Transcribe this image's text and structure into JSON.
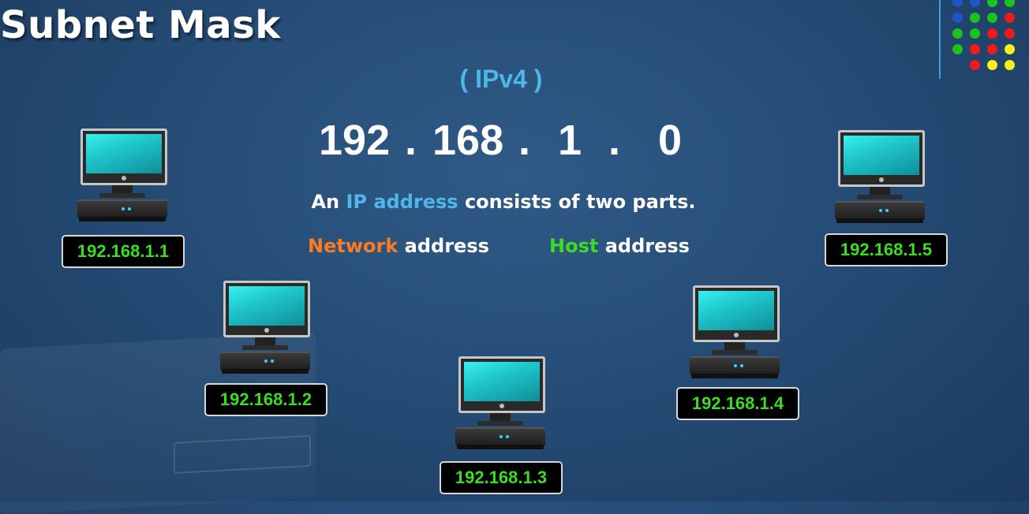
{
  "title": "Subnet Mask",
  "subtitle": "( IPv4 )",
  "ip_octets": [
    "192",
    "168",
    "1",
    "0"
  ],
  "ip_separator": ".",
  "sentence": {
    "part1": "An ",
    "highlight": "IP address",
    "part2": " consists of two parts."
  },
  "network_part": {
    "highlight": "Network",
    "rest": " address"
  },
  "host_part": {
    "highlight": "Host",
    "rest": " address"
  },
  "hosts": [
    {
      "label": "192.168.1.1"
    },
    {
      "label": "192.168.1.2"
    },
    {
      "label": "192.168.1.3"
    },
    {
      "label": "192.168.1.4"
    },
    {
      "label": "192.168.1.5"
    }
  ],
  "colors": {
    "accent_blue": "#4fb6ea",
    "network_orange": "#ff7a1f",
    "host_green": "#3bdc22",
    "background": "#264d77"
  },
  "dot_grid": [
    [
      "blue",
      "blue",
      "green",
      "green"
    ],
    [
      "blue",
      "green",
      "green",
      "red"
    ],
    [
      "green",
      "green",
      "red",
      "red"
    ],
    [
      "green",
      "red",
      "red",
      "yellow"
    ],
    [
      "",
      "red",
      "yellow",
      "yellow"
    ]
  ]
}
